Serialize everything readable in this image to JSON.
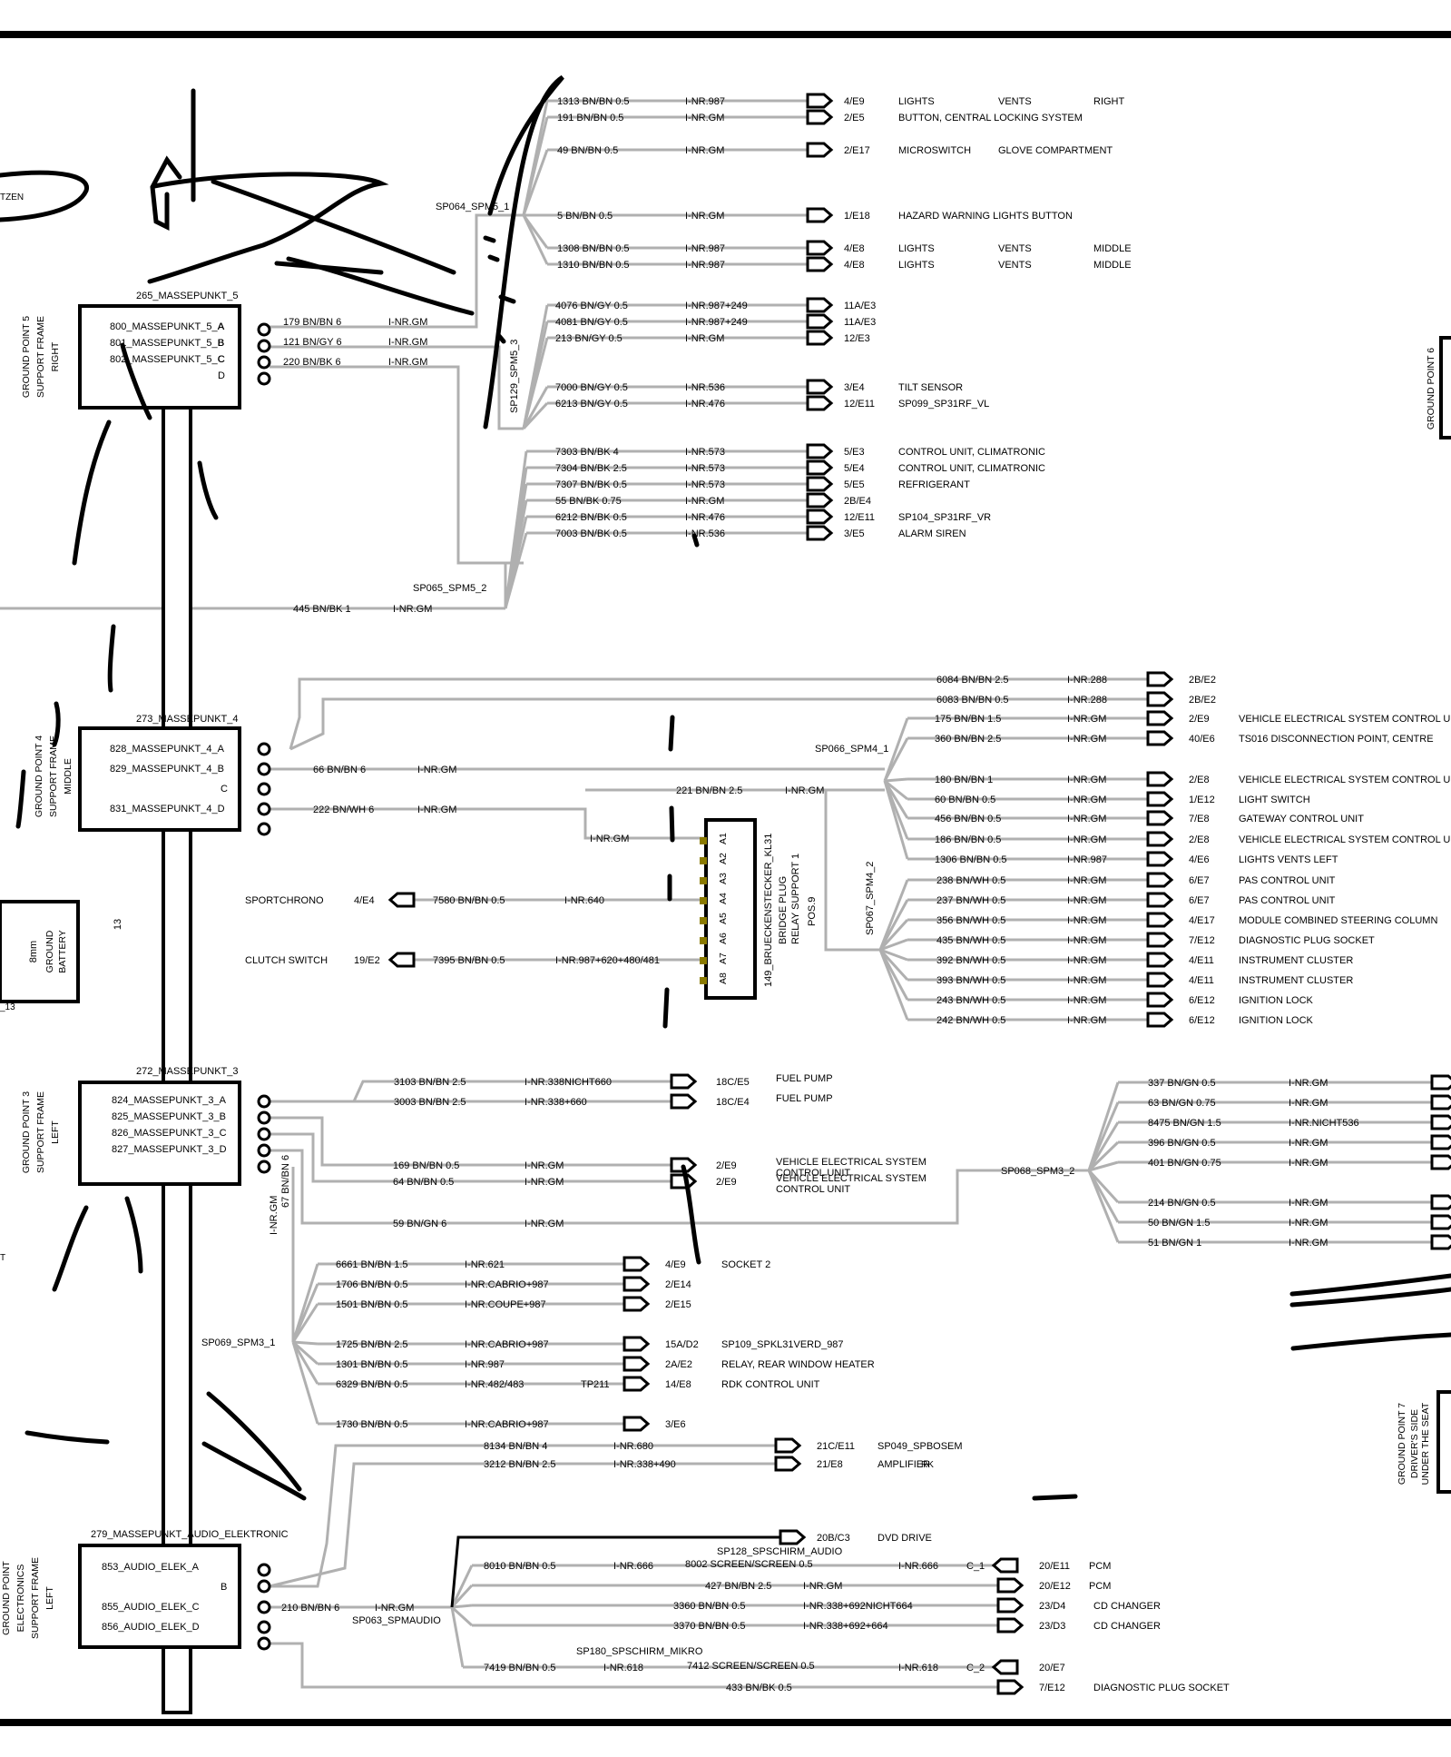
{
  "hand_labels": {
    "tzen": "TZEN",
    "t": "T",
    "n13": "13",
    "gp13": "_13",
    "bat": "8mm",
    "bat2": "GROUND",
    "bat3": "BATTERY",
    "gp6": "GROUND POINT 6",
    "gp7a": "GROUND POINT 7",
    "gp7b": "DRIVER'S SIDE",
    "gp7c": "UNDER THE SEAT",
    "rk": "RK"
  },
  "ground_points": [
    {
      "name": "265_MASSEPUNKT_5",
      "side": [
        "GROUND POINT 5",
        "SUPPORT FRAME",
        "RIGHT"
      ],
      "pins": [
        "800_MASSEPUNKT_5_A",
        "801_MASSEPUNKT_5_B",
        "802_MASSEPUNKT_5_C"
      ],
      "letters": [
        "A",
        "B",
        "C",
        "D"
      ]
    },
    {
      "name": "273_MASSEPUNKT_4",
      "side": [
        "GROUND POINT 4",
        "SUPPORT FRAME",
        "MIDDLE"
      ],
      "pins": [
        "828_MASSEPUNKT_4_A",
        "829_MASSEPUNKT_4_B",
        "831_MASSEPUNKT_4_D"
      ],
      "letters": [
        "C"
      ]
    },
    {
      "name": "272_MASSEPUNKT_3",
      "side": [
        "GROUND POINT 3",
        "SUPPORT FRAME",
        "LEFT"
      ],
      "pins": [
        "824_MASSEPUNKT_3_A",
        "825_MASSEPUNKT_3_B",
        "826_MASSEPUNKT_3_C",
        "827_MASSEPUNKT_3_D"
      ]
    },
    {
      "name": "279_MASSEPUNKT_AUDIO_ELEKTRONIC",
      "side": [
        "GROUND POINT",
        "ELECTRONICS",
        "SUPPORT FRAME",
        "LEFT"
      ],
      "pins": [
        "853_AUDIO_ELEK_A",
        "855_AUDIO_ELEK_C",
        "856_AUDIO_ELEK_D"
      ],
      "letters": [
        "B"
      ]
    }
  ],
  "splices": [
    "SP064_SPM5_1",
    "SP129_SPM5_3",
    "SP065_SPM5_2",
    "SP066_SPM4_1",
    "SP067_SPM4_2",
    "SP068_SPM3_2",
    "SP069_SPM3_1",
    "SP063_SPMAUDIO",
    "SP128_SPSCHIRM_AUDIO",
    "SP180_SPSCHIRM_MIKRO"
  ],
  "feeders": [
    {
      "w": "179 BN/BN 6",
      "n": "I-NR.GM"
    },
    {
      "w": "121 BN/GY 6",
      "n": "I-NR.GM"
    },
    {
      "w": "220 BN/BK 6",
      "n": "I-NR.GM"
    },
    {
      "w": "445 BN/BK 1",
      "n": "I-NR.GM"
    },
    {
      "w": "66 BN/BN 6",
      "n": "I-NR.GM"
    },
    {
      "w": "222 BN/WH 6",
      "n": "I-NR.GM"
    },
    {
      "w": "221 BN/BN 2.5",
      "n": "I-NR.GM"
    },
    {
      "w": "210 BN/BN 6",
      "n": "I-NR.GM"
    },
    {
      "w": "59 BN/GN 6",
      "n": "I-NR.GM"
    },
    {
      "w": "67 BN/BN 6",
      "n": "I-NR.GM"
    }
  ],
  "wires_sp064": [
    {
      "w": "1313 BN/BN 0.5",
      "n": "I-NR.987",
      "c": "4/E9",
      "d": [
        "LIGHTS",
        "VENTS",
        "RIGHT"
      ]
    },
    {
      "w": "191 BN/BN 0.5",
      "n": "I-NR.GM",
      "c": "2/E5",
      "d": [
        "BUTTON, CENTRAL LOCKING SYSTEM"
      ]
    },
    {
      "w": "49 BN/BN 0.5",
      "n": "I-NR.GM",
      "c": "2/E17",
      "d": [
        "MICROSWITCH",
        "GLOVE COMPARTMENT"
      ]
    },
    {
      "w": "5 BN/BN 0.5",
      "n": "I-NR.GM",
      "c": "1/E18",
      "d": [
        "HAZARD WARNING LIGHTS  BUTTON"
      ]
    },
    {
      "w": "1308 BN/BN 0.5",
      "n": "I-NR.987",
      "c": "4/E8",
      "d": [
        "LIGHTS",
        "VENTS",
        "MIDDLE"
      ]
    },
    {
      "w": "1310 BN/BN 0.5",
      "n": "I-NR.987",
      "c": "4/E8",
      "d": [
        "LIGHTS",
        "VENTS",
        "MIDDLE"
      ]
    }
  ],
  "wires_sp129": [
    {
      "w": "4076 BN/GY 0.5",
      "n": "I-NR.987+249",
      "c": "11A/E3",
      "d": []
    },
    {
      "w": "4081 BN/GY 0.5",
      "n": "I-NR.987+249",
      "c": "11A/E3",
      "d": []
    },
    {
      "w": "213 BN/GY 0.5",
      "n": "I-NR.GM",
      "c": "12/E3",
      "d": []
    },
    {
      "w": "7000 BN/GY 0.5",
      "n": "I-NR.536",
      "c": "3/E4",
      "d": [
        "TILT SENSOR"
      ]
    },
    {
      "w": "6213 BN/GY 0.5",
      "n": "I-NR.476",
      "c": "12/E11",
      "d": [
        "SP099_SP31RF_VL"
      ]
    }
  ],
  "wires_sp065": [
    {
      "w": "7303 BN/BK 4",
      "n": "I-NR.573",
      "c": "5/E3",
      "d": [
        "CONTROL UNIT, CLIMATRONIC"
      ]
    },
    {
      "w": "7304 BN/BK 2.5",
      "n": "I-NR.573",
      "c": "5/E4",
      "d": [
        "CONTROL UNIT, CLIMATRONIC"
      ]
    },
    {
      "w": "7307 BN/BK 0.5",
      "n": "I-NR.573",
      "c": "5/E5",
      "d": [
        "REFRIGERANT"
      ]
    },
    {
      "w": "55 BN/BK 0.75",
      "n": "I-NR.GM",
      "c": "2B/E4",
      "d": []
    },
    {
      "w": "6212 BN/BK 0.5",
      "n": "I-NR.476",
      "c": "12/E11",
      "d": [
        "SP104_SP31RF_VR"
      ]
    },
    {
      "w": "7003 BN/BK 0.5",
      "n": "I-NR.536",
      "c": "3/E5",
      "d": [
        "ALARM SIREN"
      ]
    }
  ],
  "wires_top4": [
    {
      "w": "6084 BN/BN 2.5",
      "n": "I-NR.288",
      "c": "2B/E2"
    },
    {
      "w": "6083 BN/BN 0.5",
      "n": "I-NR.288",
      "c": "2B/E2"
    }
  ],
  "wires_sp066": [
    {
      "w": "175 BN/BN 1.5",
      "n": "I-NR.GM",
      "c": "2/E9",
      "d": "VEHICLE ELECTRICAL SYSTEM  CONTROL U"
    },
    {
      "w": "360 BN/BN 2.5",
      "n": "I-NR.GM",
      "c": "40/E6",
      "d": "TS016    DISCONNECTION POINT, CENTRE"
    },
    {
      "w": "180 BN/BN 1",
      "n": "I-NR.GM",
      "c": "2/E8",
      "d": "VEHICLE ELECTRICAL SYSTEM  CONTROL U"
    },
    {
      "w": "60 BN/BN 0.5",
      "n": "I-NR.GM",
      "c": "1/E12",
      "d": "LIGHT SWITCH"
    },
    {
      "w": "456 BN/BN 0.5",
      "n": "I-NR.GM",
      "c": "7/E8",
      "d": "GATEWAY CONTROL UNIT"
    },
    {
      "w": "186 BN/BN 0.5",
      "n": "I-NR.GM",
      "c": "2/E8",
      "d": "VEHICLE ELECTRICAL SYSTEM  CONTROL U"
    },
    {
      "w": "1306 BN/BN 0.5",
      "n": "I-NR.987",
      "c": "4/E6",
      "d": "LIGHTS    VENTS   LEFT"
    }
  ],
  "wires_sp067": [
    {
      "w": "238 BN/WH 0.5",
      "n": "I-NR.GM",
      "c": "6/E7",
      "d": "PAS CONTROL UNIT"
    },
    {
      "w": "237 BN/WH 0.5",
      "n": "I-NR.GM",
      "c": "6/E7",
      "d": "PAS CONTROL UNIT"
    },
    {
      "w": "356 BN/WH 0.5",
      "n": "I-NR.GM",
      "c": "4/E17",
      "d": "MODULE  COMBINED STEERING COLUMN"
    },
    {
      "w": "435 BN/WH 0.5",
      "n": "I-NR.GM",
      "c": "7/E12",
      "d": "DIAGNOSTIC PLUG SOCKET"
    },
    {
      "w": "392 BN/WH 0.5",
      "n": "I-NR.GM",
      "c": "4/E11",
      "d": "INSTRUMENT CLUSTER"
    },
    {
      "w": "393 BN/WH 0.5",
      "n": "I-NR.GM",
      "c": "4/E11",
      "d": "INSTRUMENT CLUSTER"
    },
    {
      "w": "243 BN/WH 0.5",
      "n": "I-NR.GM",
      "c": "6/E12",
      "d": "IGNITION LOCK"
    },
    {
      "w": "242 BN/WH 0.5",
      "n": "I-NR.GM",
      "c": "6/E12",
      "d": "IGNITION LOCK"
    }
  ],
  "bridge": {
    "title": "149_BRUECKENSTECKER_KL31",
    "l2": "BRIDGE PLUG",
    "l3": "RELAY SUPPORT 1",
    "l4": "POS.9",
    "pins": [
      "A1",
      "A2",
      "A3",
      "A4",
      "A5",
      "A6",
      "A7",
      "A8"
    ],
    "netA1": "I-NR.GM",
    "in": [
      {
        "label": "SPORTCHRONO",
        "c": "4/E4",
        "w": "7580 BN/BN 0.5",
        "n": "I-NR.640"
      },
      {
        "label": "CLUTCH SWITCH",
        "c": "19/E2",
        "w": "7395 BN/BN 0.5",
        "n": "I-NR.987+620+480/481"
      }
    ]
  },
  "wires_gp3": [
    {
      "w": "3103 BN/BN 2.5",
      "n": "I-NR.338NICHT660",
      "c": "18C/E5",
      "d": [
        "FUEL PUMP"
      ]
    },
    {
      "w": "3003 BN/BN 2.5",
      "n": "I-NR.338+660",
      "c": "18C/E4",
      "d": [
        "FUEL PUMP"
      ]
    },
    {
      "w": "169 BN/BN 0.5",
      "n": "I-NR.GM",
      "c": "2/E9",
      "d": [
        "VEHICLE ELECTRICAL SYSTEM",
        "CONTROL UNIT"
      ]
    },
    {
      "w": "64 BN/BN 0.5",
      "n": "I-NR.GM",
      "c": "2/E9",
      "d": [
        "VEHICLE ELECTRICAL SYSTEM",
        "CONTROL UNIT"
      ]
    }
  ],
  "wires_sp068": [
    {
      "w": "337 BN/GN 0.5",
      "n": "I-NR.GM"
    },
    {
      "w": "63 BN/GN 0.75",
      "n": "I-NR.GM"
    },
    {
      "w": "8475 BN/GN 1.5",
      "n": "I-NR.NICHT536"
    },
    {
      "w": "396 BN/GN 0.5",
      "n": "I-NR.GM"
    },
    {
      "w": "401 BN/GN 0.75",
      "n": "I-NR.GM"
    },
    {
      "w": "214 BN/GN 0.5",
      "n": "I-NR.GM"
    },
    {
      "w": "50 BN/GN 1.5",
      "n": "I-NR.GM"
    },
    {
      "w": "51 BN/GN 1",
      "n": "I-NR.GM"
    }
  ],
  "wires_sp069": [
    {
      "w": "6661 BN/BN 1.5",
      "n": "I-NR.621",
      "c": "4/E9",
      "d": "SOCKET 2",
      "x": ""
    },
    {
      "w": "1706 BN/BN 0.5",
      "n": "I-NR.CABRIO+987",
      "c": "2/E14",
      "d": "",
      "x": ""
    },
    {
      "w": "1501 BN/BN 0.5",
      "n": "I-NR.COUPE+987",
      "c": "2/E15",
      "d": "",
      "x": ""
    },
    {
      "w": "1725 BN/BN 2.5",
      "n": "I-NR.CABRIO+987",
      "c": "15A/D2",
      "d": "SP109_SPKL31VERD_987",
      "x": ""
    },
    {
      "w": "1301 BN/BN 0.5",
      "n": "I-NR.987",
      "c": "2A/E2",
      "d": "RELAY, REAR WINDOW HEATER",
      "x": ""
    },
    {
      "w": "6329 BN/BN 0.5",
      "n": "I-NR.482/483",
      "c": "14/E8",
      "d": "RDK CONTROL UNIT",
      "x": "TP211"
    },
    {
      "w": "1730 BN/BN 0.5",
      "n": "I-NR.CABRIO+987",
      "c": "3/E6",
      "d": "",
      "x": ""
    }
  ],
  "wires_audio_top": [
    {
      "w": "8134 BN/BN 4",
      "n": "I-NR.680",
      "c": "21C/E11",
      "d": "SP049_SPBOSEM"
    },
    {
      "w": "3212 BN/BN 2.5",
      "n": "I-NR.338+490",
      "c": "21/E8",
      "d": "AMPLIFIER"
    }
  ],
  "dvd": {
    "c": "20B/C3",
    "d": "DVD DRIVE"
  },
  "wires_audio": [
    {
      "w": "8010 BN/BN 0.5",
      "n": "I-NR.666"
    },
    {
      "w": "8002 SCREEN/SCREEN 0.5",
      "n": "I-NR.666",
      "pin": "C_1",
      "c": "20/E11",
      "d": "PCM"
    },
    {
      "w": "427 BN/BN 2.5",
      "n": "I-NR.GM",
      "c": "20/E12",
      "d": "PCM"
    },
    {
      "w": "3360 BN/BN 0.5",
      "n": "I-NR.338+692NICHT664",
      "c": "23/D4",
      "d": "CD CHANGER"
    },
    {
      "w": "3370 BN/BN 0.5",
      "n": "I-NR.338+692+664",
      "c": "23/D3",
      "d": "CD CHANGER"
    },
    {
      "w": "7419 BN/BN 0.5",
      "n": "I-NR.618"
    },
    {
      "w": "7412 SCREEN/SCREEN 0.5",
      "n": "I-NR.618",
      "pin": "C_2",
      "c": "20/E7",
      "d": ""
    },
    {
      "w": "433 BN/BK 0.5",
      "n": "",
      "c": "7/E12",
      "d": "DIAGNOSTIC PLUG SOCKET"
    }
  ]
}
